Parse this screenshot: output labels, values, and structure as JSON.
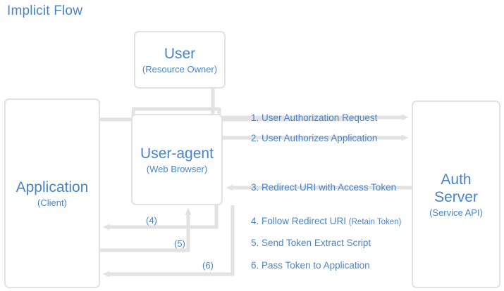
{
  "diagram": {
    "title": "Implicit Flow",
    "accent_color": "#4a84c4",
    "line_color": "#e2e2e2",
    "background_color": "#ffffff"
  },
  "nodes": [
    {
      "id": "user",
      "title": "User",
      "subtitle": "(Resource Owner)"
    },
    {
      "id": "user-agent",
      "title": "User-agent",
      "subtitle": "(Web Browser)"
    },
    {
      "id": "application",
      "title": "Application",
      "subtitle": "(Client)"
    },
    {
      "id": "auth-server",
      "title_line1": "Auth",
      "title_line2": "Server",
      "subtitle": "(Service API)"
    }
  ],
  "steps": [
    {
      "number": "1.",
      "text": "User Authorization Request",
      "note": "",
      "direction": "right"
    },
    {
      "number": "2.",
      "text": "User Authorizes Application",
      "note": "",
      "direction": "right"
    },
    {
      "number": "3.",
      "text": "Redirect URI with Access Token",
      "note": "",
      "direction": "left"
    },
    {
      "number": "4.",
      "text": "Follow Redirect URI",
      "note": "(Retain Token)",
      "direction": "none"
    },
    {
      "number": "5.",
      "text": "Send Token Extract Script",
      "note": "",
      "direction": "none"
    },
    {
      "number": "6.",
      "text": "Pass Token to Application",
      "note": "",
      "direction": "none"
    }
  ],
  "markers": [
    {
      "id": "m4",
      "label": "(4)"
    },
    {
      "id": "m5",
      "label": "(5)"
    },
    {
      "id": "m6",
      "label": "(6)"
    }
  ],
  "step_text": {
    "s1": "1. User Authorization Request",
    "s2": "2. User Authorizes Application",
    "s3": "3. Redirect URI with Access Token",
    "s4_main": "4. Follow Redirect URI ",
    "s4_note": "(Retain Token)",
    "s5": "5. Send Token Extract Script",
    "s6": "6. Pass Token to Application"
  }
}
